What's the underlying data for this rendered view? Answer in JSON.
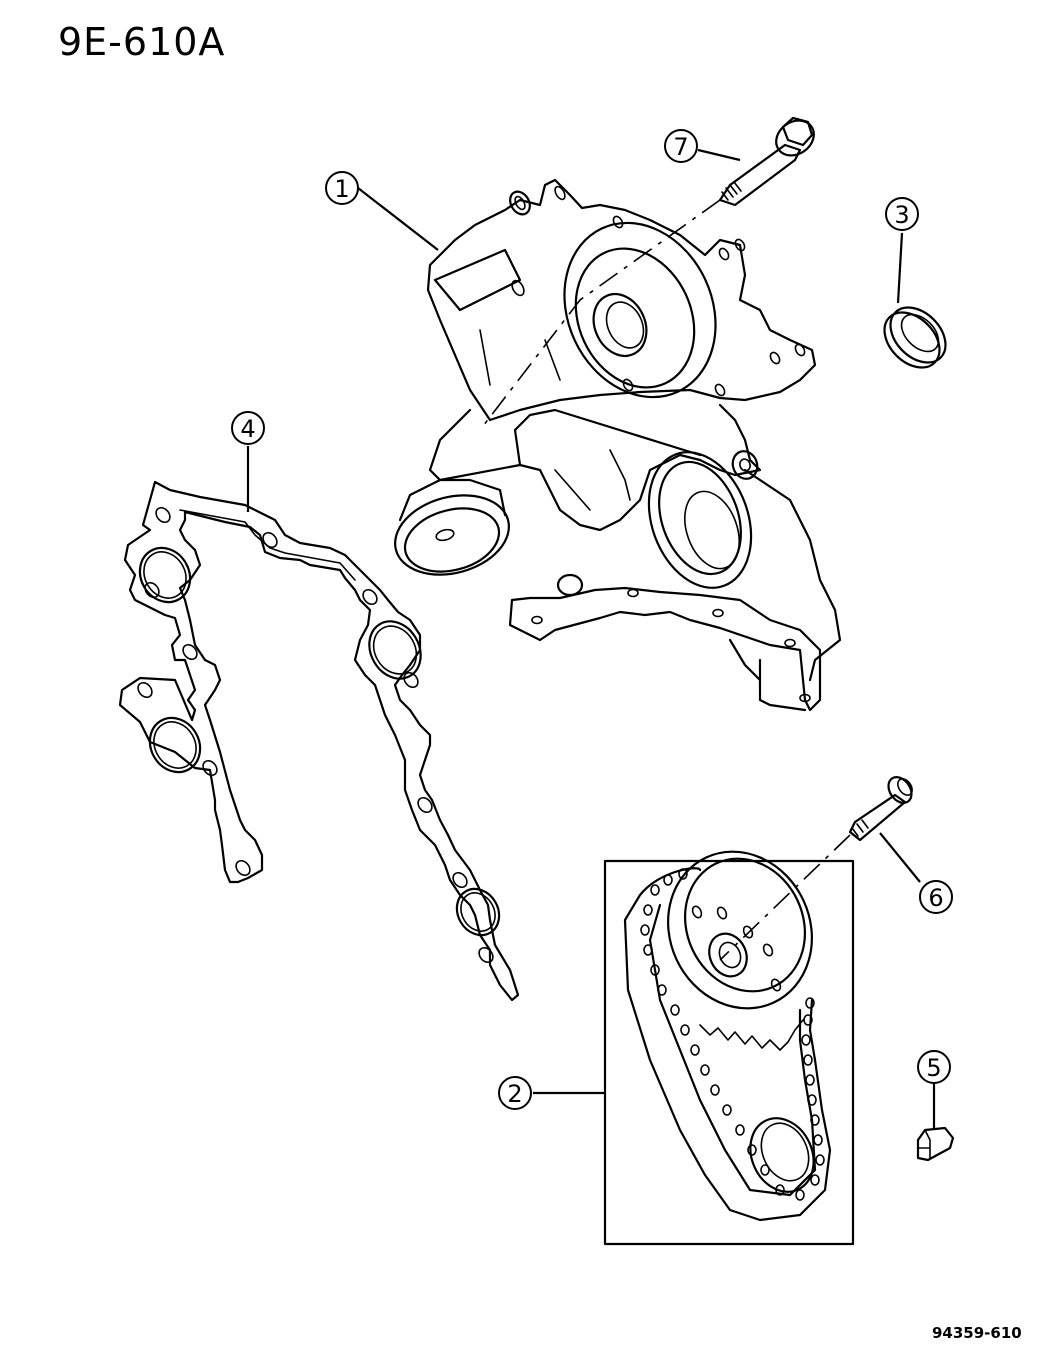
{
  "header": {
    "diagram_id": "9E-610A"
  },
  "footer": {
    "figure_number": "94359-610"
  },
  "callouts": [
    {
      "number": "1",
      "part": "timing-chain-cover"
    },
    {
      "number": "2",
      "part": "timing-chain-and-sprocket-kit"
    },
    {
      "number": "3",
      "part": "crankshaft-oil-seal"
    },
    {
      "number": "4",
      "part": "timing-cover-gasket"
    },
    {
      "number": "5",
      "part": "woodruff-key"
    },
    {
      "number": "6",
      "part": "camshaft-sprocket-bolt"
    },
    {
      "number": "7",
      "part": "cover-bolt"
    }
  ],
  "colors": {
    "line": "#000000",
    "background": "#ffffff"
  }
}
